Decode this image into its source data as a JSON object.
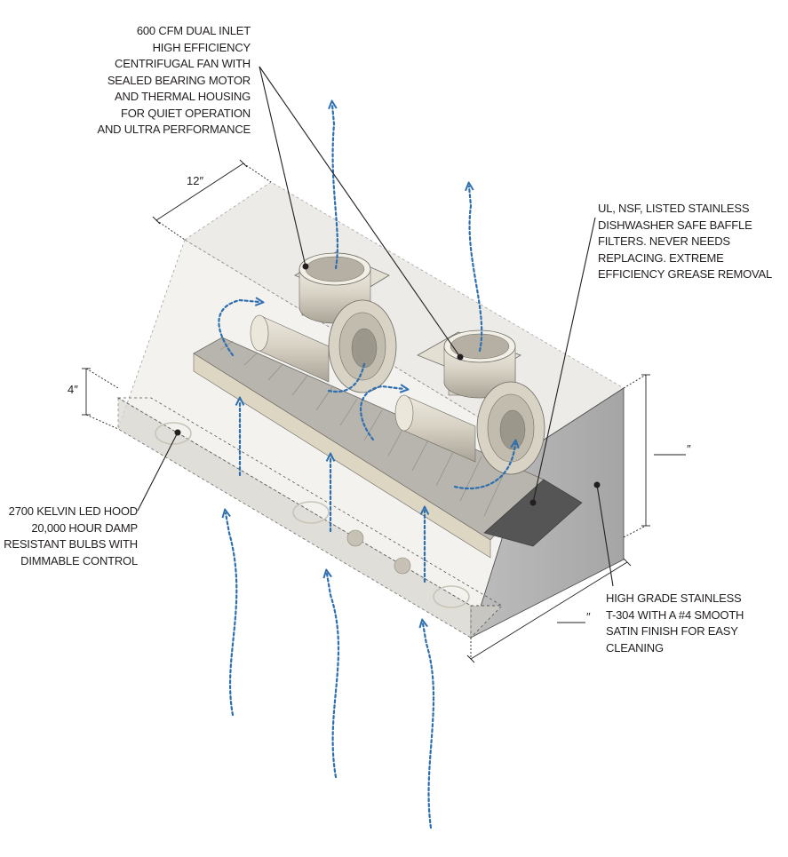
{
  "callouts": {
    "fan": [
      "600 CFM DUAL INLET",
      "HIGH EFFICIENCY",
      "CENTRIFUGAL FAN WITH",
      "SEALED BEARING MOTOR",
      "AND THERMAL HOUSING",
      "FOR QUIET OPERATION",
      "AND ULTRA PERFORMANCE"
    ],
    "filters": [
      "UL, NSF, LISTED STAINLESS",
      "DISHWASHER SAFE BAFFLE",
      "FILTERS. NEVER NEEDS",
      "REPLACING. EXTREME",
      "EFFICIENCY GREASE REMOVAL"
    ],
    "led": [
      "2700 KELVIN LED HOOD",
      "20,000 HOUR DAMP",
      "RESISTANT BULBS WITH",
      "DIMMABLE CONTROL"
    ],
    "steel": [
      "HIGH GRADE STAINLESS",
      "T-304 WITH A #4 SMOOTH",
      "SATIN FINISH FOR EASY",
      "CLEANING"
    ]
  },
  "dimensions": {
    "depth": "12″",
    "front_height": "4″",
    "height": "″",
    "width": "″"
  },
  "colors": {
    "airflow": "#2e6fb0",
    "leader": "#231f20",
    "outline": "#333333"
  }
}
